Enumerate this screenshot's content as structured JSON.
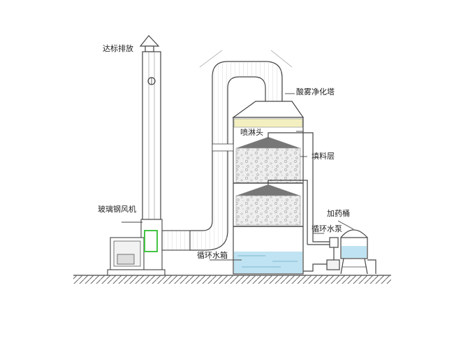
{
  "labels": {
    "exhaust": "达标排放",
    "tower": "酸雾净化塔",
    "spray_head": "喷淋头",
    "packing_layer": "填料层",
    "fan": "玻璃钢风机",
    "dosing_tank": "加药桶",
    "circ_pump": "循环水泵",
    "circ_tank": "循环水箱"
  },
  "colors": {
    "line": "#444444",
    "water": "#bfe3f2",
    "highlight": "#44c444",
    "demister": "#f3efc0",
    "packing": "#e8e8e8"
  }
}
